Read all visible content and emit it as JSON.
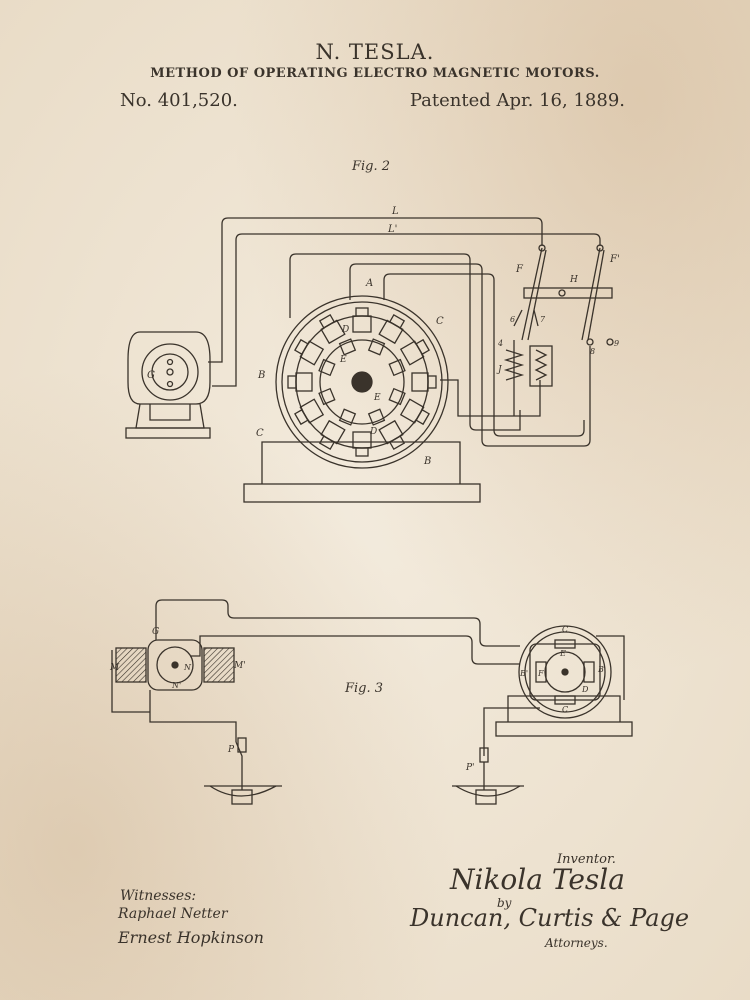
{
  "header": {
    "inventor_name": "N. TESLA.",
    "title": "METHOD OF OPERATING ELECTRO MAGNETIC MOTORS.",
    "patent_number": "No. 401,520.",
    "patent_date": "Patented Apr. 16, 1889."
  },
  "figures": {
    "fig2_label": "Fig. 2",
    "fig3_label": "Fig. 3"
  },
  "fig2_labels": {
    "L": "L",
    "L1": "L'",
    "A": "A",
    "C": "C",
    "B": "B",
    "D": "D",
    "E": "E",
    "G": "G",
    "F": "F",
    "F1": "F'",
    "H": "H",
    "J": "J",
    "n6": "6",
    "n7": "7",
    "n8": "8",
    "n9": "9",
    "n4": "4"
  },
  "fig3_labels": {
    "G": "G",
    "M": "M",
    "M1": "M'",
    "N": "N",
    "N1": "N'",
    "P": "P",
    "P1": "P'",
    "C": "C",
    "E": "E",
    "B": "B",
    "B1": "B'",
    "D": "D",
    "F": "F"
  },
  "signatures": {
    "witnesses_label": "Witnesses:",
    "witness_1": "Raphael Netter",
    "witness_2": "Ernest Hopkinson",
    "inventor_label": "Inventor.",
    "inventor_signature": "Nikola Tesla",
    "by_label": "by",
    "attorney_signature": "Duncan, Curtis & Page",
    "attorneys_label": "Attorneys."
  },
  "colors": {
    "paper": "#efe6d6",
    "ink": "#3a332b"
  }
}
